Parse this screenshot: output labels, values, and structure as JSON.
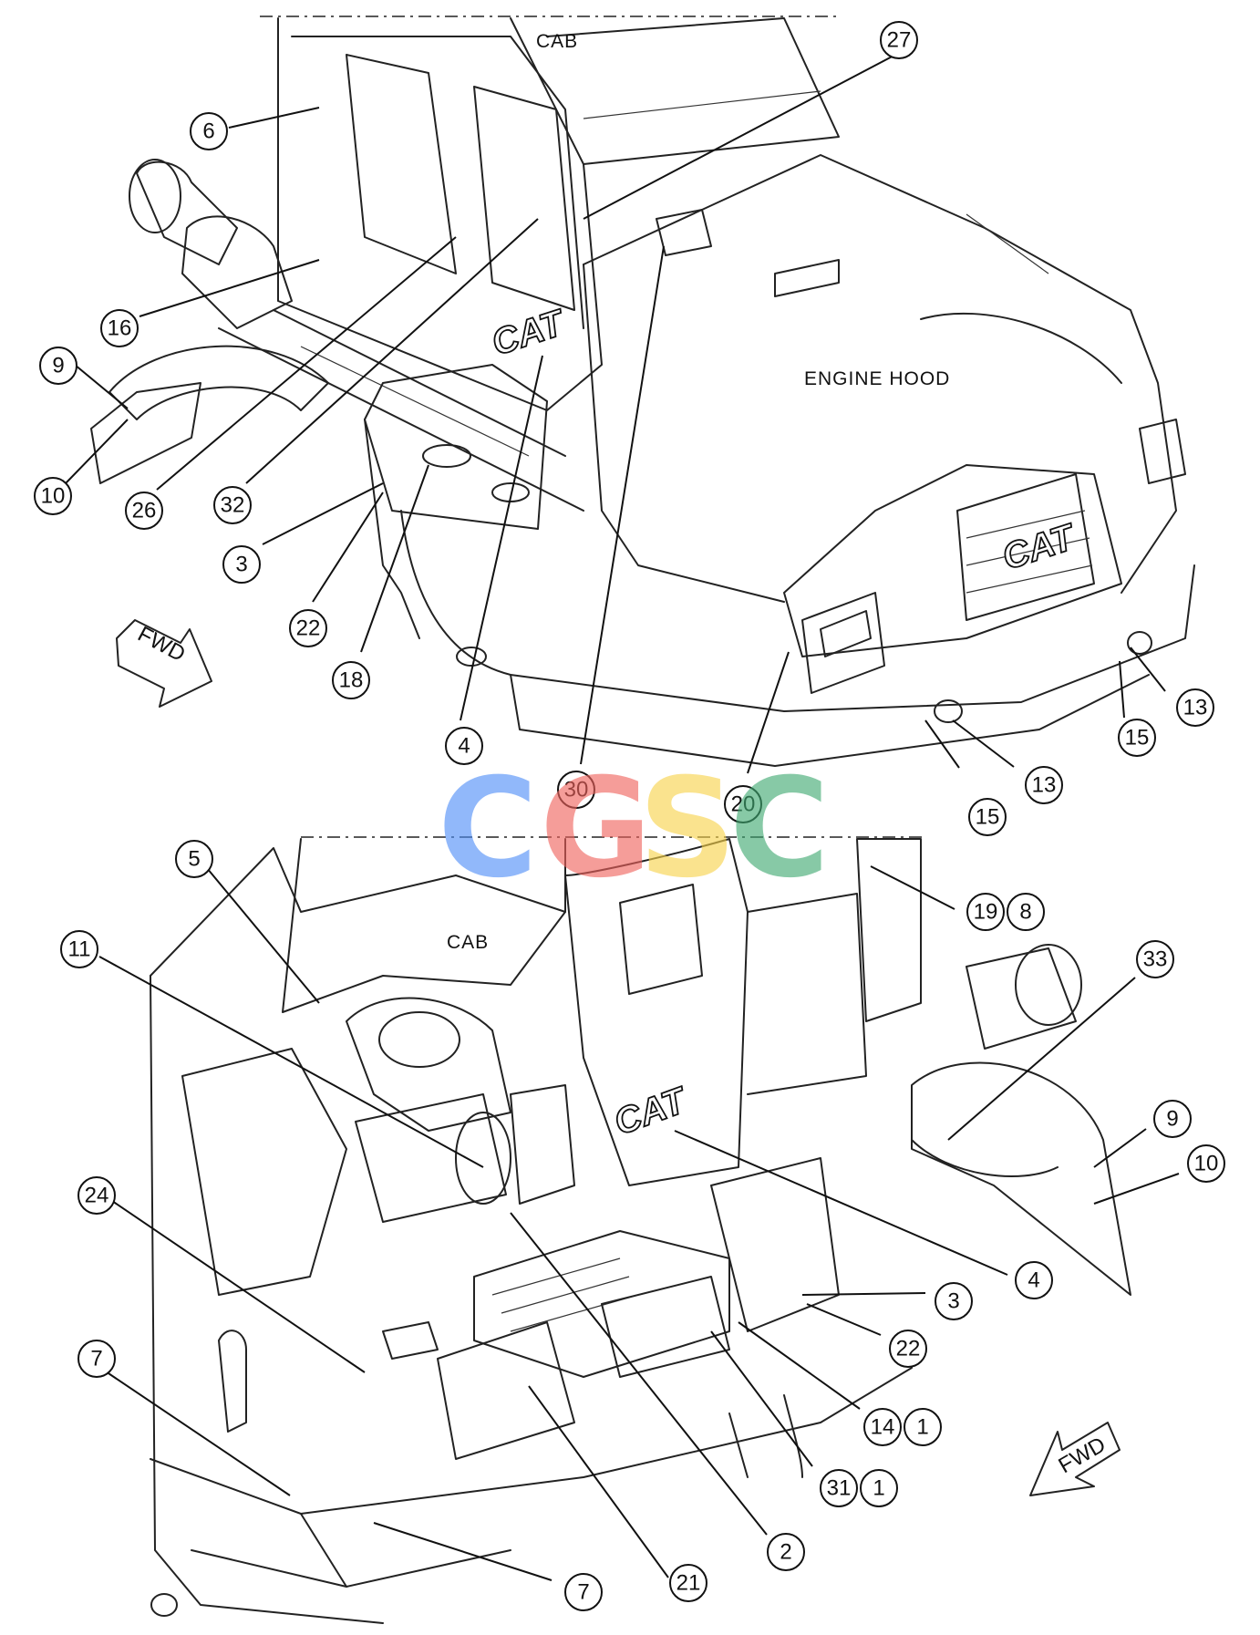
{
  "labels": {
    "cab_top": "CAB",
    "cab_bottom": "CAB",
    "engine_hood": "ENGINE HOOD",
    "brand_cab_top": "CAT",
    "brand_hood": "CAT",
    "brand_cab_bottom": "CAT",
    "fwd_top": "FWD",
    "fwd_bottom": "FWD"
  },
  "watermark": {
    "letters": [
      "C",
      "G",
      "S",
      "C"
    ],
    "colors": [
      "#4f8ef7",
      "#f0625c",
      "#f8d24a",
      "#3fa971"
    ]
  },
  "callouts_top": [
    "27",
    "6",
    "16",
    "9",
    "10",
    "26",
    "32",
    "3",
    "22",
    "18",
    "4",
    "30",
    "20",
    "15",
    "13",
    "13",
    "15"
  ],
  "callouts_bottom": [
    "5",
    "11",
    "19",
    "8",
    "33",
    "9",
    "10",
    "4",
    "3",
    "22",
    "24",
    "14",
    "1",
    "31",
    "1",
    "7",
    "2",
    "7",
    "21"
  ]
}
